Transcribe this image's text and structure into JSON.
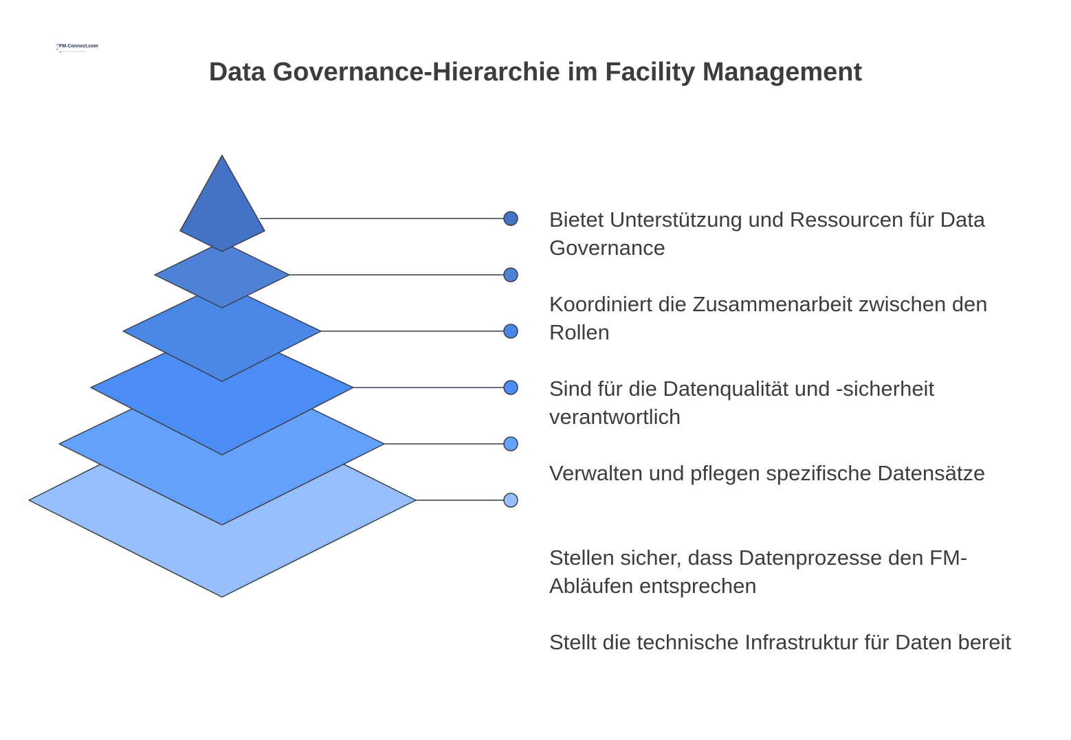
{
  "logo": {
    "text": "FM-Connect.com"
  },
  "title": "Data Governance-Hierarchie im Facility Management",
  "levels": [
    {
      "color": "#4472c4",
      "description": "Bietet Unterstützung und Ressourcen für Data Governance"
    },
    {
      "color": "#4f81d6",
      "description": "Koordiniert die Zusammenarbeit zwischen den Rollen"
    },
    {
      "color": "#4a87e6",
      "description": "Sind für die Datenqualität und -sicherheit verantwortlich"
    },
    {
      "color": "#4b8df4",
      "description": "Verwalten und pflegen spezifische Datensätze"
    },
    {
      "color": "#63a1fb",
      "description": "Stellen sicher, dass Datenprozesse den FM-Abläufen entsprechen"
    },
    {
      "color": "#98bffd",
      "description": "Stellt die technische Infrastruktur für Daten bereit"
    }
  ],
  "colors": {
    "outline": "#3a3f4a",
    "text": "#3d3d3d"
  }
}
